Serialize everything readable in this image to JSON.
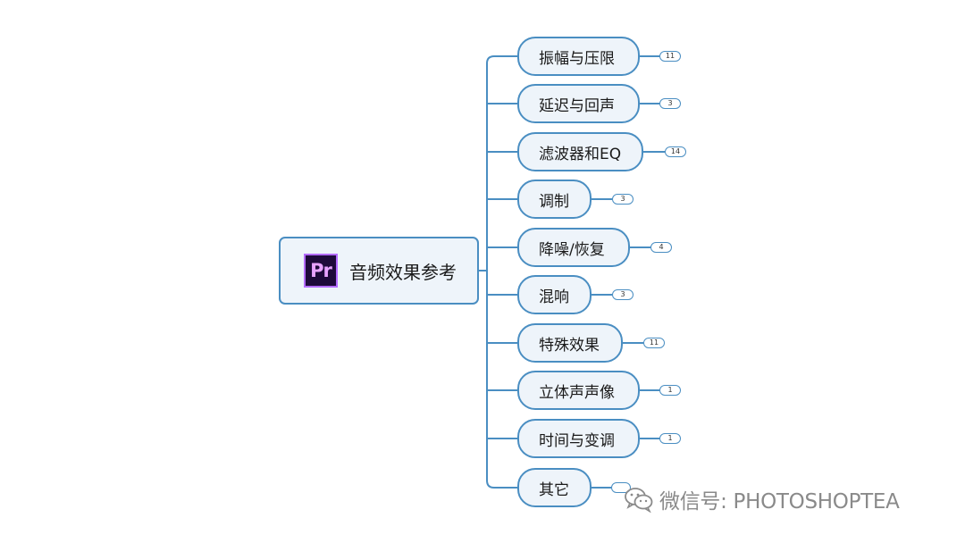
{
  "root": {
    "logo_text": "Pr",
    "label": "音频效果参考"
  },
  "topics": [
    {
      "label": "振幅与压限",
      "count": "11"
    },
    {
      "label": "延迟与回声",
      "count": "3"
    },
    {
      "label": "滤波器和EQ",
      "count": "14"
    },
    {
      "label": "调制",
      "count": "3"
    },
    {
      "label": "降噪/恢复",
      "count": "4"
    },
    {
      "label": "混响",
      "count": "3"
    },
    {
      "label": "特殊效果",
      "count": "11"
    },
    {
      "label": "立体声声像",
      "count": "1"
    },
    {
      "label": "时间与变调",
      "count": "1"
    },
    {
      "label": "其它",
      "count": ""
    }
  ],
  "watermark": {
    "icon": "wechat-icon",
    "text": "微信号: PHOTOSHOPTEA"
  },
  "colors": {
    "connector": "#4a8ec2",
    "node_fill": "#eef4fa",
    "pr_logo_bg": "#1e0a3a",
    "pr_logo_accent": "#b36bff"
  }
}
